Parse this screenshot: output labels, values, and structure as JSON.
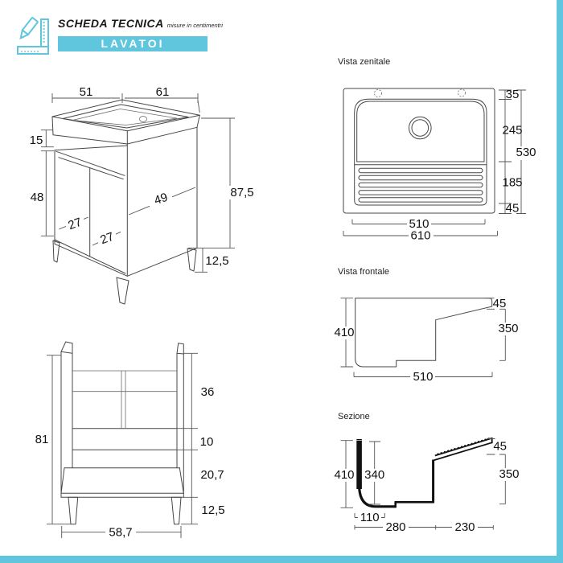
{
  "header": {
    "title": "SCHEDA TECNICA",
    "subtitle": "misure in centimentri",
    "band_label": "LAVATOI"
  },
  "colors": {
    "accent": "#5fc6de",
    "line": "#474747",
    "text": "#111111"
  },
  "main_view": {
    "dims": {
      "width_top": "51",
      "depth_top": "61",
      "sink_height": "15",
      "door_height": "48",
      "side_depth": "49",
      "door_left": "27",
      "door_right": "27",
      "total_height": "87,5",
      "leg_height": "12,5"
    }
  },
  "top_view": {
    "label": "Vista zenitale",
    "right_dims": [
      "35",
      "245",
      "185",
      "45"
    ],
    "depth_total": "530",
    "width_inner": "510",
    "width_outer": "610"
  },
  "front_view": {
    "label": "Vista frontale",
    "height_left": "410",
    "edge_right": "45",
    "height_right": "350",
    "width_bottom": "510"
  },
  "section_view": {
    "label": "Sezione",
    "height_left": "410",
    "depth_inner": "340",
    "edge_right": "45",
    "height_right": "350",
    "bottom_left": "110",
    "bottom_mid": "280",
    "bottom_right": "230"
  },
  "rear_view": {
    "height_total": "81",
    "upper": "36",
    "crossbar": "10",
    "lower": "20,7",
    "leg": "12,5",
    "width_bottom": "58,7"
  }
}
